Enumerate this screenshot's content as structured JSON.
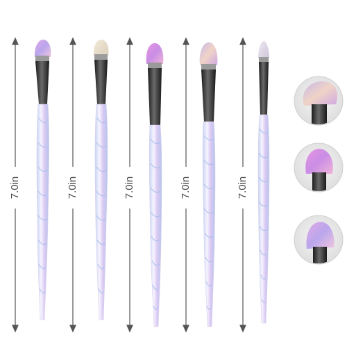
{
  "product_photo": {
    "measurement_label": "7.0in",
    "brushes": [
      {
        "name": "brush-1",
        "bristle_color": "#c9a3e0"
      },
      {
        "name": "brush-2",
        "bristle_color": "#e6dccd"
      },
      {
        "name": "brush-3",
        "bristle_color": "#d48ee0"
      },
      {
        "name": "brush-4",
        "bristle_color": "#d7c2d8"
      },
      {
        "name": "brush-5",
        "bristle_color": "#ddd3e2"
      }
    ],
    "detail_circles": [
      {
        "name": "detail-angled-brush"
      },
      {
        "name": "detail-round-brush"
      },
      {
        "name": "detail-pointed-brush"
      }
    ],
    "colors": {
      "arrow": "#555555",
      "ferrule": "#2c2c2c",
      "handle_base": "#eeeaf7",
      "handle_highlight": "#c9b8ee",
      "handle_shadow": "#b9c9ea",
      "circle_bg": "#e9e9e9"
    }
  }
}
